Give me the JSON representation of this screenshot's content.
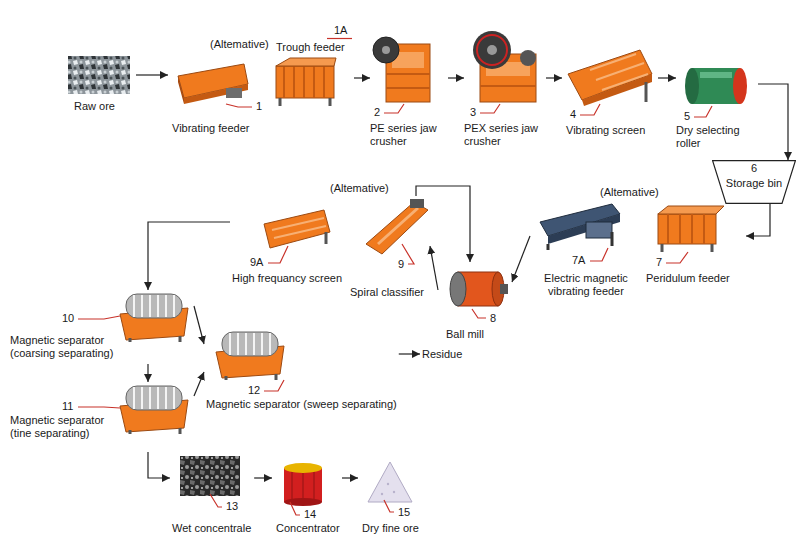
{
  "diagram": {
    "nodes": [
      {
        "text": [
          "Raw ore"
        ]
      },
      {
        "text": [
          "1",
          "Vibrating feeder"
        ]
      },
      {
        "text": [
          "1A",
          "Trough feeder"
        ]
      },
      {
        "text": [
          "2",
          "PE series jaw crusher"
        ]
      },
      {
        "text": [
          "3",
          "PEX series jaw crusher"
        ]
      },
      {
        "text": [
          "4",
          "Vibrating screen"
        ]
      },
      {
        "text": [
          "5",
          "Dry selecting roller"
        ]
      },
      {
        "text": [
          "6",
          "Storage bin"
        ]
      },
      {
        "text": [
          "7",
          "Peridulum feeder"
        ]
      },
      {
        "text": [
          "7A",
          "Electric magnetic vibrating feeder"
        ]
      },
      {
        "text": [
          "8",
          "Ball mill"
        ]
      },
      {
        "text": [
          "9",
          "Spiral classifier"
        ]
      },
      {
        "text": [
          "9A",
          "High frequancy screen"
        ]
      },
      {
        "text": [
          "10",
          "Magnetic separator (coarsing separating)"
        ]
      },
      {
        "text": [
          "11",
          "Magnetic separator (tine separating)"
        ]
      },
      {
        "text": [
          "12",
          "Magnetic separator (sweep separating)"
        ]
      },
      {
        "text": [
          "Residue"
        ]
      },
      {
        "text": [
          "13",
          "Wet concentrale"
        ]
      },
      {
        "text": [
          "14",
          "Concentrator"
        ]
      },
      {
        "text": [
          "15",
          "Dry fine ore"
        ]
      }
    ],
    "edges": [
      {
        "from": 0,
        "to": 1,
        "arrow": "to"
      },
      {
        "from": 2,
        "to": 3,
        "arrow": "to"
      },
      {
        "from": 3,
        "to": 4,
        "arrow": "to"
      },
      {
        "from": 4,
        "to": 5,
        "arrow": "to"
      },
      {
        "from": 5,
        "to": 6,
        "arrow": "to"
      },
      {
        "from": 6,
        "to": 7,
        "arrow": "to"
      },
      {
        "from": 7,
        "to": 8,
        "arrow": "to"
      },
      {
        "from": 9,
        "to": 10,
        "arrow": "to"
      },
      {
        "from": 10,
        "to": 11,
        "arrow": "to"
      },
      {
        "from": 11,
        "to": 10,
        "arrow": "to"
      },
      {
        "from": 12,
        "to": 13,
        "arrow": "to"
      },
      {
        "from": 13,
        "to": 14,
        "arrow": "to"
      },
      {
        "from": 13,
        "to": 15,
        "arrow": "to"
      },
      {
        "from": 14,
        "to": 15,
        "arrow": "to"
      },
      {
        "from": 15,
        "to": 16,
        "arrow": "to"
      },
      {
        "from": 14,
        "to": 17,
        "arrow": "to"
      },
      {
        "from": 17,
        "to": 18,
        "arrow": "to"
      },
      {
        "from": 18,
        "to": 19,
        "arrow": "to"
      }
    ],
    "labels": [
      "(Altemative)",
      "(Altemative)",
      "(Altemative)"
    ]
  }
}
